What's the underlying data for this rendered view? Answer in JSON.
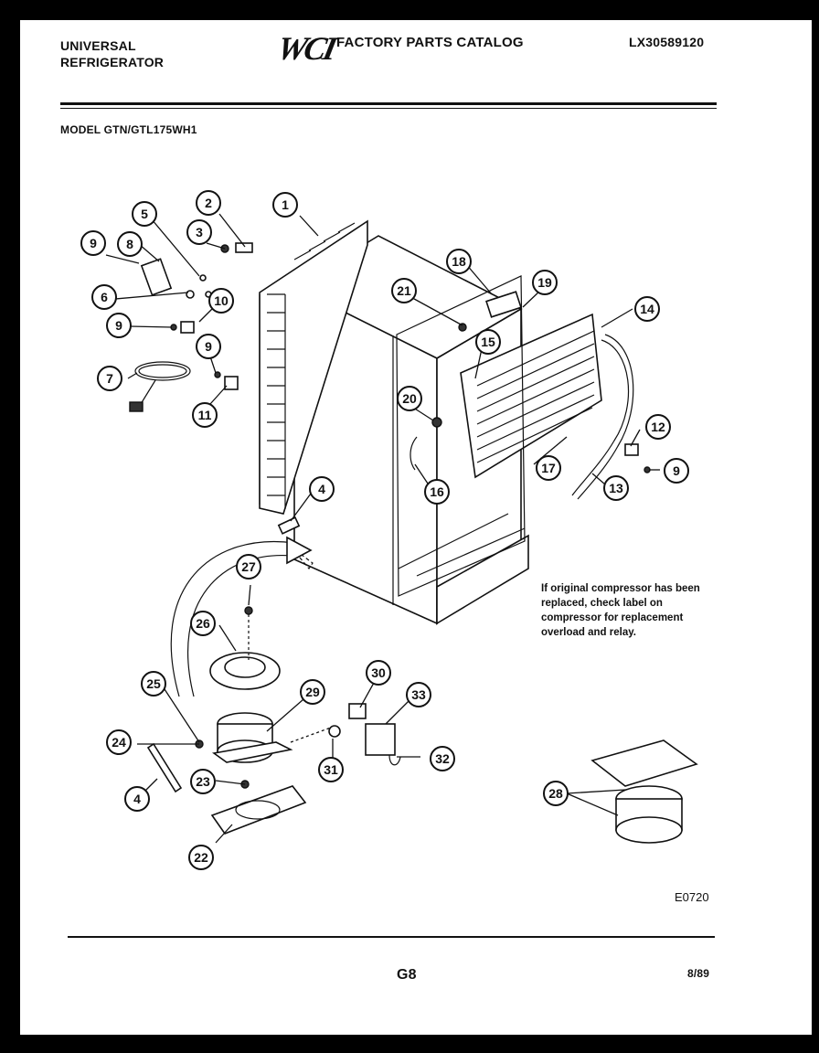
{
  "header": {
    "brand_line1": "UNIVERSAL",
    "brand_line2": "REFRIGERATOR",
    "logo": "WCI",
    "catalog_title": "FACTORY PARTS CATALOG",
    "part_number": "LX30589120"
  },
  "model_label": "MODEL GTN/GTL175WH1",
  "note": "If original compressor has been replaced, check label on compressor for replacement overload and relay.",
  "diagram_code": "E0720",
  "footer": {
    "page": "G8",
    "date": "8/89"
  },
  "callouts": {
    "c1": "1",
    "c2": "2",
    "c3": "3",
    "c4a": "4",
    "c4b": "4",
    "c5": "5",
    "c6": "6",
    "c7": "7",
    "c8": "8",
    "c9a": "9",
    "c9b": "9",
    "c9c": "9",
    "c9d": "9",
    "c10": "10",
    "c11": "11",
    "c12": "12",
    "c13": "13",
    "c14": "14",
    "c15": "15",
    "c16": "16",
    "c17": "17",
    "c18": "18",
    "c19": "19",
    "c20": "20",
    "c21": "21",
    "c22": "22",
    "c23": "23",
    "c24": "24",
    "c25": "25",
    "c26": "26",
    "c27": "27",
    "c28": "28",
    "c29": "29",
    "c30": "30",
    "c31": "31",
    "c32": "32",
    "c33": "33"
  }
}
